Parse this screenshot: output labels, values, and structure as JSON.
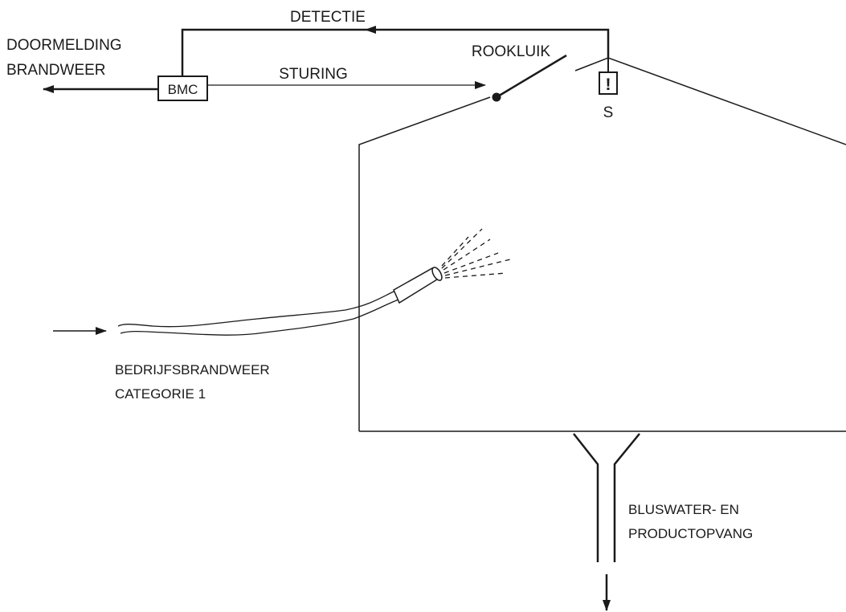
{
  "labels": {
    "detectie": "DETECTIE",
    "doormelding_line1": "DOORMELDING",
    "doormelding_line2": "BRANDWEER",
    "bmc": "BMC",
    "sturing": "STURING",
    "rookluik": "ROOKLUIK",
    "sensor_symbol": "!",
    "sensor_label": "S",
    "bedrijfsbrandweer_line1": "BEDRIJFSBRANDWEER",
    "bedrijfsbrandweer_line2": "CATEGORIE 1",
    "bluswater_line1": "BLUSWATER- EN",
    "bluswater_line2": "PRODUCTOPVANG"
  },
  "colors": {
    "stroke": "#1a1a1a",
    "background": "#ffffff"
  }
}
